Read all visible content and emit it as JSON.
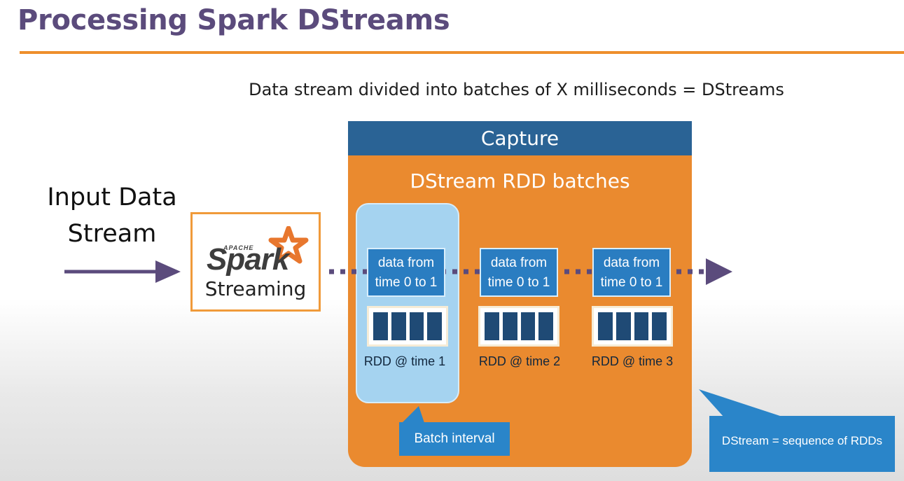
{
  "slide": {
    "title": "Processing Spark DStreams",
    "subtitle": "Data stream divided into batches of X milliseconds = DStreams",
    "input_label_line1": "Input Data",
    "input_label_line2": "Stream",
    "spark": {
      "apache": "APACHE",
      "word": "Spark",
      "streaming": "Streaming"
    },
    "capture": {
      "header": "Capture",
      "batches_title": "DStream RDD batches"
    },
    "batches": [
      {
        "line1": "data from",
        "line2": "time 0 to 1",
        "rdd_label": "RDD @ time 1"
      },
      {
        "line1": "data from",
        "line2": "time 0 to 1",
        "rdd_label": "RDD @ time 2"
      },
      {
        "line1": "data from",
        "line2": "time 0 to 1",
        "rdd_label": "RDD @ time 3"
      }
    ],
    "batch_interval_label": "Batch interval",
    "dstream_note": "DStream = sequence of RDDs",
    "colors": {
      "title": "#5b4b7c",
      "rule": "#ee8f2c",
      "capture_orange": "#ea8a2f",
      "capture_header": "#2a6395",
      "data_box": "#2a7dc1",
      "highlight": "#a5d3f0",
      "arrow": "#5b4b7c"
    }
  }
}
